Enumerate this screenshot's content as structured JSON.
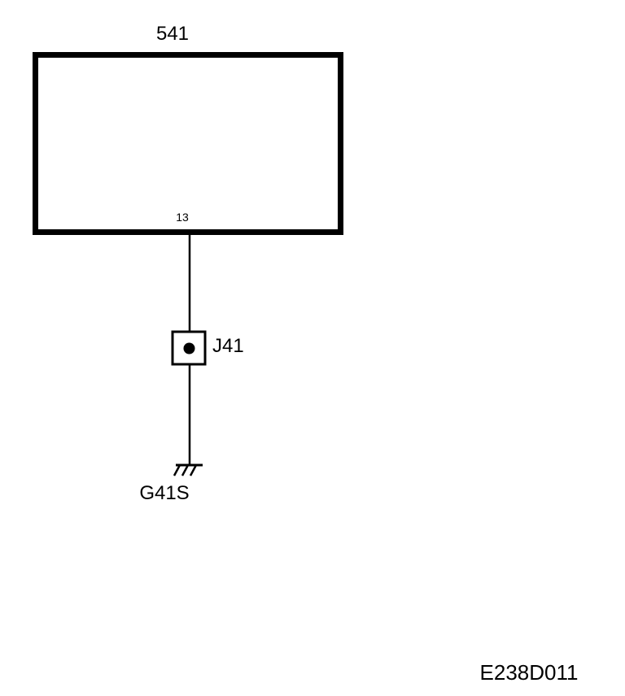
{
  "diagram": {
    "component_label": "541",
    "pin_number": "13",
    "junction_label": "J41",
    "ground_label": "G41S",
    "figure_code": "E238D011"
  },
  "colors": {
    "ink": "#000000",
    "background": "#ffffff"
  }
}
